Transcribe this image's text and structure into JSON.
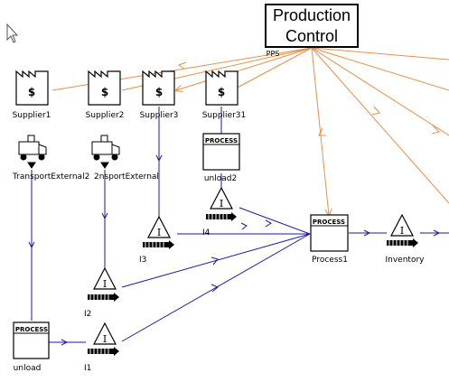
{
  "production_control": {
    "line1": "Production",
    "line2": "Control",
    "sub": "PPS"
  },
  "suppliers": [
    {
      "label": "Supplier1",
      "icon": "dollar"
    },
    {
      "label": "Supplier2",
      "icon": "dollar"
    },
    {
      "label": "Supplier3",
      "icon": "dollar"
    },
    {
      "label": "Supplier31",
      "icon": "dollar"
    }
  ],
  "transports": [
    {
      "label": "TransportExternal2"
    },
    {
      "label": "2nsportExternal"
    }
  ],
  "process_tag": "PROCESS",
  "processes": [
    {
      "label": "unload2"
    },
    {
      "label": "Process1"
    },
    {
      "label": "unload"
    }
  ],
  "inventories": [
    {
      "label": "I4"
    },
    {
      "label": "I3"
    },
    {
      "label": "Inventory"
    },
    {
      "label": "I2"
    },
    {
      "label": "I1"
    }
  ],
  "colors": {
    "material_flow": "#1a1aa8",
    "info_flow": "#e8904a"
  }
}
